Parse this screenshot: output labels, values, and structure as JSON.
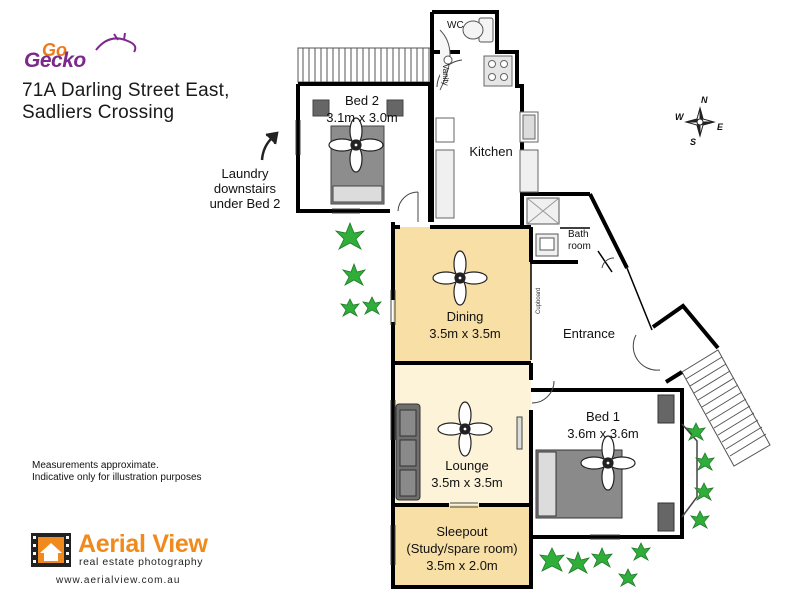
{
  "brand": {
    "logo_top": "Go",
    "logo_bottom": "Gecko"
  },
  "address": {
    "line1": "71A Darling Street East,",
    "line2": "Sadliers Crossing"
  },
  "rooms": {
    "bed2": {
      "name": "Bed 2",
      "dims": "3.1m x 3.0m"
    },
    "wc": {
      "name": "WC"
    },
    "vanity": {
      "name": "Vanity"
    },
    "kitchen": {
      "name": "Kitchen"
    },
    "bathroom": {
      "line1": "Bath",
      "line2": "room"
    },
    "cupboard": {
      "name": "Cupboard"
    },
    "dining": {
      "name": "Dining",
      "dims": "3.5m x 3.5m"
    },
    "entrance": {
      "name": "Entrance"
    },
    "lounge": {
      "name": "Lounge",
      "dims": "3.5m x 3.5m"
    },
    "bed1": {
      "name": "Bed 1",
      "dims": "3.6m x 3.6m"
    },
    "sleepout": {
      "name": "Sleepout",
      "sub": "(Study/spare room)",
      "dims": "3.5m x 2.0m"
    }
  },
  "laundry_note": {
    "line1": "Laundry",
    "line2": "downstairs",
    "line3": "under Bed 2"
  },
  "compass": {
    "n": "N",
    "w": "W",
    "e": "E",
    "s": "S"
  },
  "disclaimer": {
    "line1": "Measurements approximate.",
    "line2": "Indicative only for illustration purposes"
  },
  "footer": {
    "title": "Aerial View",
    "subtitle": "real estate photography",
    "url": "www.aerialview.com.au"
  },
  "colors": {
    "dining_fill": "#f7dfa6",
    "lounge_fill": "#fdf3d8",
    "sleepout_fill": "#f7dfa6",
    "wall": "#000000",
    "plant": "#2fae3a",
    "brand_orange": "#f08a1c",
    "brand_purple": "#7b2a8c"
  }
}
